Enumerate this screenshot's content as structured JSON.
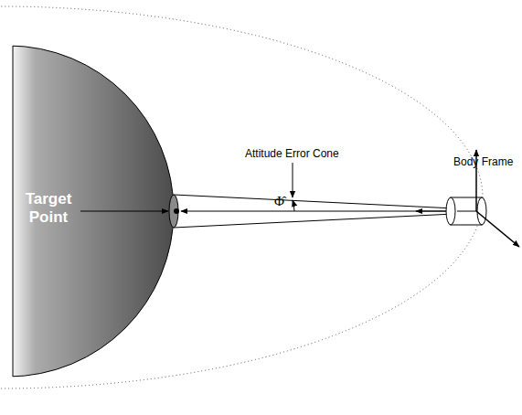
{
  "diagram": {
    "labels": [
      "Target Point",
      "Attitude Error Cone",
      "Φ̂",
      "Body Frame"
    ]
  }
}
